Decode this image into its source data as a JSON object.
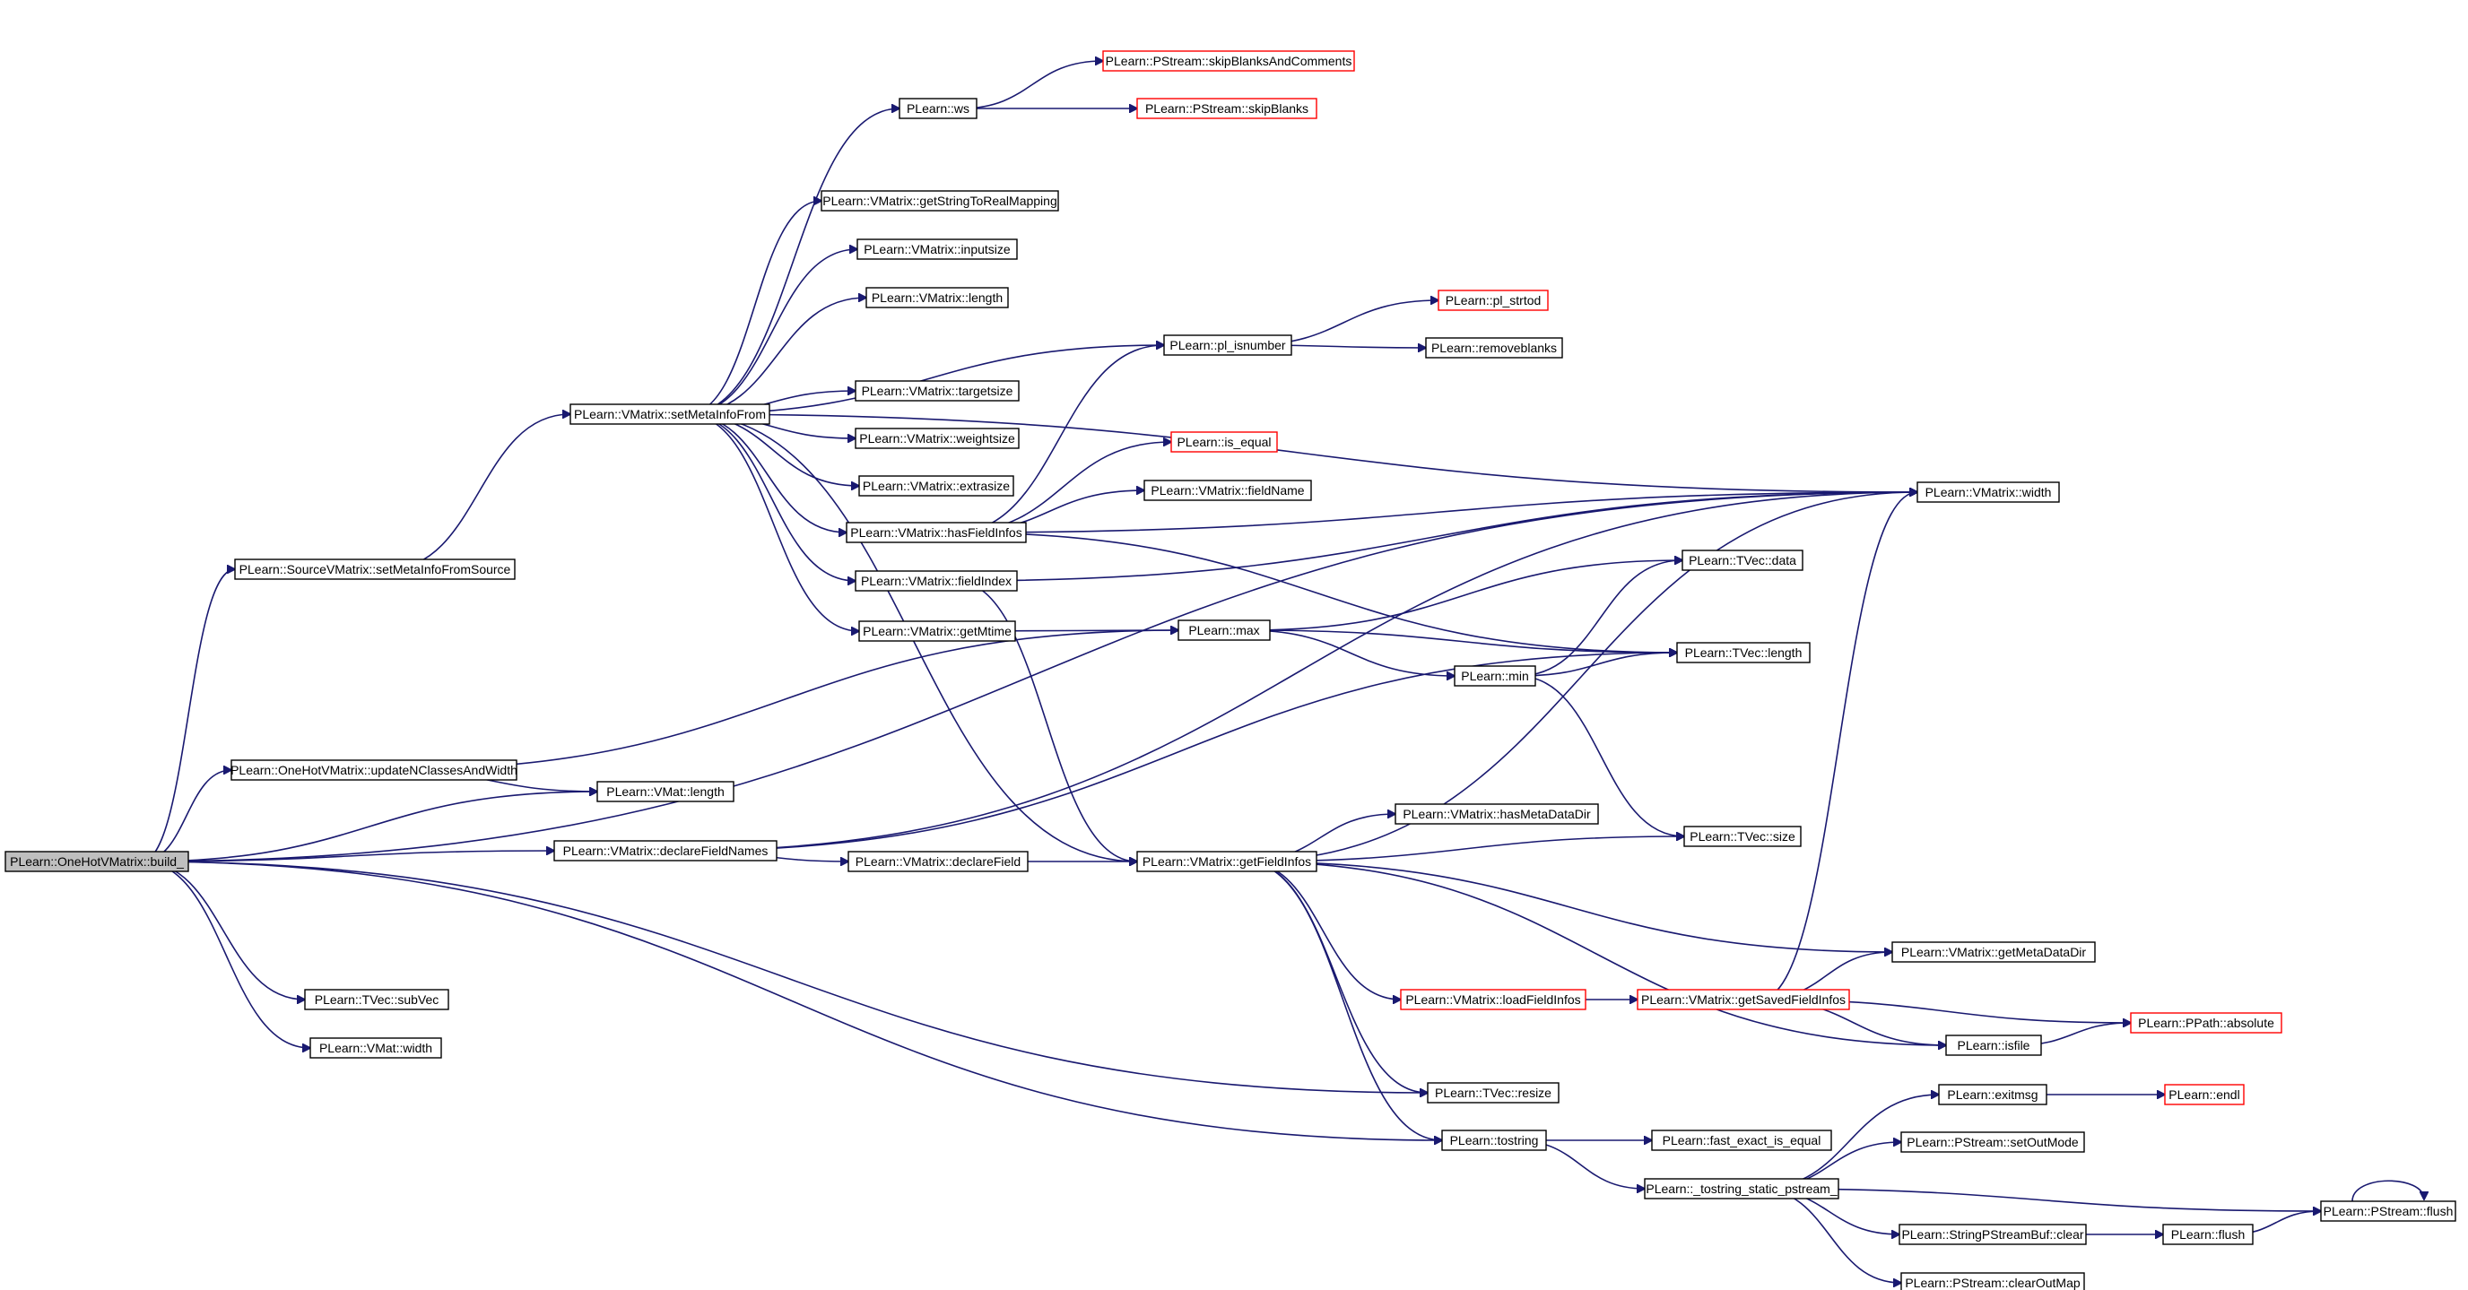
{
  "graph": {
    "title": "",
    "edge_color": "#191970",
    "node_border_color": "#000000",
    "truncated_node_border_color": "#ff0000",
    "root_fill_color": "#bfbfbf",
    "nodes": [
      {
        "id": "build",
        "label": "PLearn::OneHotVMatrix::build_",
        "style": "root"
      },
      {
        "id": "setMetaInfoFromSource",
        "label": "PLearn::SourceVMatrix::setMetaInfoFromSource",
        "style": "normal"
      },
      {
        "id": "updateNClasses",
        "label": "PLearn::OneHotVMatrix::updateNClassesAndWidth",
        "style": "normal"
      },
      {
        "id": "vmatLength",
        "label": "PLearn::VMat::length",
        "style": "normal"
      },
      {
        "id": "declareFieldNames",
        "label": "PLearn::VMatrix::declareFieldNames",
        "style": "normal"
      },
      {
        "id": "tvecSubVec",
        "label": "PLearn::TVec::subVec",
        "style": "normal"
      },
      {
        "id": "vmatWidth",
        "label": "PLearn::VMat::width",
        "style": "normal"
      },
      {
        "id": "setMetaInfoFrom",
        "label": "PLearn::VMatrix::setMetaInfoFrom",
        "style": "normal"
      },
      {
        "id": "ws",
        "label": "PLearn::ws",
        "style": "normal"
      },
      {
        "id": "skipBlanksAndComments",
        "label": "PLearn::PStream::skipBlanksAndComments",
        "style": "truncated"
      },
      {
        "id": "skipBlanks",
        "label": "PLearn::PStream::skipBlanks",
        "style": "truncated"
      },
      {
        "id": "getStringToRealMapping",
        "label": "PLearn::VMatrix::getStringToRealMapping",
        "style": "normal"
      },
      {
        "id": "inputsize",
        "label": "PLearn::VMatrix::inputsize",
        "style": "normal"
      },
      {
        "id": "vmLength",
        "label": "PLearn::VMatrix::length",
        "style": "normal"
      },
      {
        "id": "targetsize",
        "label": "PLearn::VMatrix::targetsize",
        "style": "normal"
      },
      {
        "id": "weightsize",
        "label": "PLearn::VMatrix::weightsize",
        "style": "normal"
      },
      {
        "id": "extrasize",
        "label": "PLearn::VMatrix::extrasize",
        "style": "normal"
      },
      {
        "id": "hasFieldInfos",
        "label": "PLearn::VMatrix::hasFieldInfos",
        "style": "normal"
      },
      {
        "id": "fieldIndex",
        "label": "PLearn::VMatrix::fieldIndex",
        "style": "normal"
      },
      {
        "id": "getMtime",
        "label": "PLearn::VMatrix::getMtime",
        "style": "normal"
      },
      {
        "id": "plIsnumber",
        "label": "PLearn::pl_isnumber",
        "style": "normal"
      },
      {
        "id": "plStrtod",
        "label": "PLearn::pl_strtod",
        "style": "truncated"
      },
      {
        "id": "removeblanks",
        "label": "PLearn::removeblanks",
        "style": "normal"
      },
      {
        "id": "isEqual",
        "label": "PLearn::is_equal",
        "style": "truncated"
      },
      {
        "id": "fieldName",
        "label": "PLearn::VMatrix::fieldName",
        "style": "normal"
      },
      {
        "id": "vmWidth",
        "label": "PLearn::VMatrix::width",
        "style": "normal"
      },
      {
        "id": "max",
        "label": "PLearn::max",
        "style": "normal"
      },
      {
        "id": "tvecData",
        "label": "PLearn::TVec::data",
        "style": "normal"
      },
      {
        "id": "tvecLength",
        "label": "PLearn::TVec::length",
        "style": "normal"
      },
      {
        "id": "min",
        "label": "PLearn::min",
        "style": "normal"
      },
      {
        "id": "declareField",
        "label": "PLearn::VMatrix::declareField",
        "style": "normal"
      },
      {
        "id": "getFieldInfos",
        "label": "PLearn::VMatrix::getFieldInfos",
        "style": "normal"
      },
      {
        "id": "hasMetaDataDir",
        "label": "PLearn::VMatrix::hasMetaDataDir",
        "style": "normal"
      },
      {
        "id": "tvecSize",
        "label": "PLearn::TVec::size",
        "style": "normal"
      },
      {
        "id": "getMetaDataDir",
        "label": "PLearn::VMatrix::getMetaDataDir",
        "style": "normal"
      },
      {
        "id": "loadFieldInfos",
        "label": "PLearn::VMatrix::loadFieldInfos",
        "style": "truncated"
      },
      {
        "id": "getSavedFieldInfos",
        "label": "PLearn::VMatrix::getSavedFieldInfos",
        "style": "truncated"
      },
      {
        "id": "ppathAbsolute",
        "label": "PLearn::PPath::absolute",
        "style": "truncated"
      },
      {
        "id": "isfile",
        "label": "PLearn::isfile",
        "style": "normal"
      },
      {
        "id": "tvecResize",
        "label": "PLearn::TVec::resize",
        "style": "normal"
      },
      {
        "id": "tostring",
        "label": "PLearn::tostring",
        "style": "normal"
      },
      {
        "id": "fastExactIsEqual",
        "label": "PLearn::fast_exact_is_equal",
        "style": "normal"
      },
      {
        "id": "tostringStaticPstream",
        "label": "PLearn::_tostring_static_pstream_",
        "style": "normal"
      },
      {
        "id": "exitmsg",
        "label": "PLearn::exitmsg",
        "style": "normal"
      },
      {
        "id": "endl",
        "label": "PLearn::endl",
        "style": "truncated"
      },
      {
        "id": "setOutMode",
        "label": "PLearn::PStream::setOutMode",
        "style": "normal"
      },
      {
        "id": "stringPStreamBufClear",
        "label": "PLearn::StringPStreamBuf::clear",
        "style": "normal"
      },
      {
        "id": "flush",
        "label": "PLearn::flush",
        "style": "normal"
      },
      {
        "id": "pstreamFlush",
        "label": "PLearn::PStream::flush",
        "style": "normal"
      },
      {
        "id": "clearOutMap",
        "label": "PLearn::PStream::clearOutMap",
        "style": "normal"
      }
    ],
    "edges": [
      {
        "from": "build",
        "to": "vmWidth"
      },
      {
        "from": "build",
        "to": "setMetaInfoFromSource"
      },
      {
        "from": "build",
        "to": "updateNClasses"
      },
      {
        "from": "build",
        "to": "vmatLength"
      },
      {
        "from": "build",
        "to": "declareFieldNames"
      },
      {
        "from": "build",
        "to": "tvecResize"
      },
      {
        "from": "build",
        "to": "tostring"
      },
      {
        "from": "build",
        "to": "tvecSubVec"
      },
      {
        "from": "build",
        "to": "vmatWidth"
      },
      {
        "from": "setMetaInfoFromSource",
        "to": "setMetaInfoFrom"
      },
      {
        "from": "updateNClasses",
        "to": "vmatLength"
      },
      {
        "from": "updateNClasses",
        "to": "max"
      },
      {
        "from": "declareFieldNames",
        "to": "declareField"
      },
      {
        "from": "declareFieldNames",
        "to": "tvecLength"
      },
      {
        "from": "declareFieldNames",
        "to": "vmWidth"
      },
      {
        "from": "setMetaInfoFrom",
        "to": "ws"
      },
      {
        "from": "setMetaInfoFrom",
        "to": "vmWidth"
      },
      {
        "from": "setMetaInfoFrom",
        "to": "getStringToRealMapping"
      },
      {
        "from": "setMetaInfoFrom",
        "to": "inputsize"
      },
      {
        "from": "setMetaInfoFrom",
        "to": "vmLength"
      },
      {
        "from": "setMetaInfoFrom",
        "to": "plIsnumber"
      },
      {
        "from": "setMetaInfoFrom",
        "to": "targetsize"
      },
      {
        "from": "setMetaInfoFrom",
        "to": "weightsize"
      },
      {
        "from": "setMetaInfoFrom",
        "to": "extrasize"
      },
      {
        "from": "setMetaInfoFrom",
        "to": "hasFieldInfos"
      },
      {
        "from": "setMetaInfoFrom",
        "to": "fieldIndex"
      },
      {
        "from": "setMetaInfoFrom",
        "to": "getMtime"
      },
      {
        "from": "setMetaInfoFrom",
        "to": "getFieldInfos"
      },
      {
        "from": "ws",
        "to": "skipBlanksAndComments"
      },
      {
        "from": "ws",
        "to": "skipBlanks"
      },
      {
        "from": "plIsnumber",
        "to": "plStrtod"
      },
      {
        "from": "plIsnumber",
        "to": "removeblanks"
      },
      {
        "from": "hasFieldInfos",
        "to": "plIsnumber"
      },
      {
        "from": "hasFieldInfos",
        "to": "isEqual"
      },
      {
        "from": "hasFieldInfos",
        "to": "fieldName"
      },
      {
        "from": "hasFieldInfos",
        "to": "vmWidth"
      },
      {
        "from": "hasFieldInfos",
        "to": "tvecLength"
      },
      {
        "from": "fieldIndex",
        "to": "vmWidth"
      },
      {
        "from": "fieldIndex",
        "to": "getFieldInfos"
      },
      {
        "from": "getMtime",
        "to": "max"
      },
      {
        "from": "max",
        "to": "tvecData"
      },
      {
        "from": "max",
        "to": "tvecLength"
      },
      {
        "from": "max",
        "to": "min"
      },
      {
        "from": "min",
        "to": "tvecData"
      },
      {
        "from": "min",
        "to": "tvecLength"
      },
      {
        "from": "min",
        "to": "tvecSize"
      },
      {
        "from": "declareField",
        "to": "getFieldInfos"
      },
      {
        "from": "getFieldInfos",
        "to": "hasMetaDataDir"
      },
      {
        "from": "getFieldInfos",
        "to": "tvecSize"
      },
      {
        "from": "getFieldInfos",
        "to": "vmWidth"
      },
      {
        "from": "getFieldInfos",
        "to": "getMetaDataDir"
      },
      {
        "from": "getFieldInfos",
        "to": "loadFieldInfos"
      },
      {
        "from": "getFieldInfos",
        "to": "isfile"
      },
      {
        "from": "getFieldInfos",
        "to": "tvecResize"
      },
      {
        "from": "getFieldInfos",
        "to": "tostring"
      },
      {
        "from": "loadFieldInfos",
        "to": "getSavedFieldInfos"
      },
      {
        "from": "getSavedFieldInfos",
        "to": "vmWidth"
      },
      {
        "from": "getSavedFieldInfos",
        "to": "getMetaDataDir"
      },
      {
        "from": "getSavedFieldInfos",
        "to": "ppathAbsolute"
      },
      {
        "from": "getSavedFieldInfos",
        "to": "isfile"
      },
      {
        "from": "isfile",
        "to": "ppathAbsolute"
      },
      {
        "from": "tostring",
        "to": "fastExactIsEqual"
      },
      {
        "from": "tostring",
        "to": "tostringStaticPstream"
      },
      {
        "from": "tostringStaticPstream",
        "to": "exitmsg"
      },
      {
        "from": "tostringStaticPstream",
        "to": "setOutMode"
      },
      {
        "from": "tostringStaticPstream",
        "to": "pstreamFlush"
      },
      {
        "from": "tostringStaticPstream",
        "to": "stringPStreamBufClear"
      },
      {
        "from": "tostringStaticPstream",
        "to": "clearOutMap"
      },
      {
        "from": "exitmsg",
        "to": "endl"
      },
      {
        "from": "stringPStreamBufClear",
        "to": "flush"
      },
      {
        "from": "flush",
        "to": "pstreamFlush"
      },
      {
        "from": "pstreamFlush",
        "to": "pstreamFlush"
      }
    ]
  }
}
